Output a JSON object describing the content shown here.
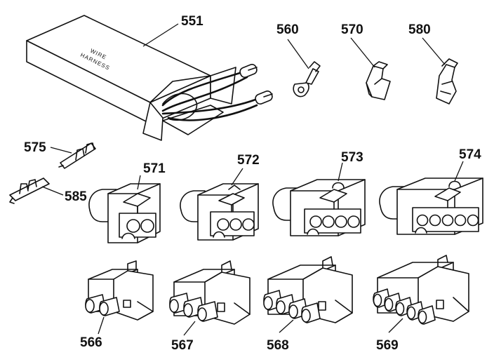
{
  "box_text": {
    "line1": "WIRE",
    "line2": "HARNESS"
  },
  "labels": {
    "p551": "551",
    "p560": "560",
    "p570": "570",
    "p580": "580",
    "p575": "575",
    "p585": "585",
    "p571": "571",
    "p572": "572",
    "p573": "573",
    "p574": "574",
    "p566": "566",
    "p567": "567",
    "p568": "568",
    "p569": "569"
  }
}
